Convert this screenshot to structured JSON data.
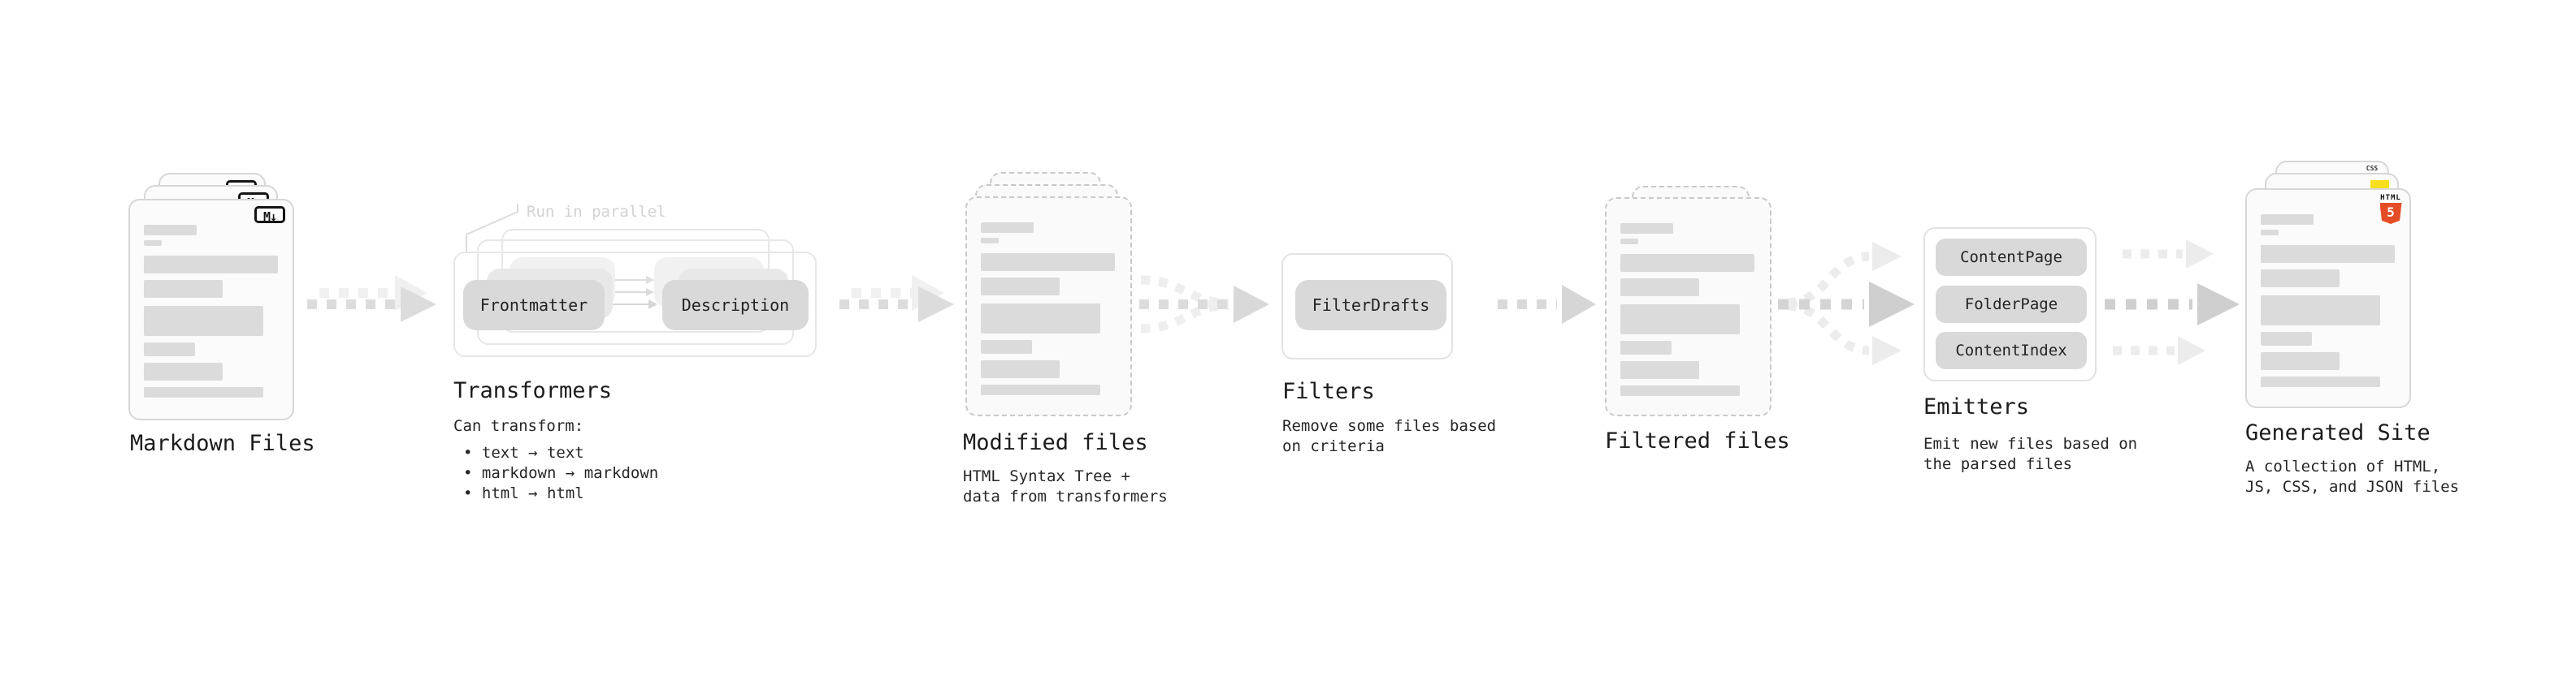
{
  "sections": {
    "markdown": {
      "label": "Markdown Files",
      "badge": "M↓"
    },
    "transformers": {
      "label": "Transformers",
      "note": "Run in parallel",
      "desc": "Can transform:",
      "bullets": [
        "• text → text",
        "• markdown → markdown",
        "• html → html"
      ],
      "boxes": [
        "Frontmatter",
        "Description"
      ]
    },
    "modified": {
      "label": "Modified files",
      "desc": [
        "HTML Syntax Tree +",
        "data from transformers"
      ]
    },
    "filters": {
      "label": "Filters",
      "box": "FilterDrafts",
      "desc": [
        "Remove some files based",
        "on criteria"
      ]
    },
    "filtered": {
      "label": "Filtered files"
    },
    "emitters": {
      "label": "Emitters",
      "boxes": [
        "ContentPage",
        "FolderPage",
        "ContentIndex"
      ],
      "desc": [
        "Emit new files based on",
        "the parsed files"
      ]
    },
    "generated": {
      "label": "Generated Site",
      "desc": [
        "A collection of HTML,",
        "JS, CSS, and JSON files"
      ],
      "badges": {
        "css": "CSS",
        "html_word": "HTML",
        "html_num": "5"
      }
    }
  },
  "colors": {
    "html5_orange": "#e44d26",
    "js_yellow": "#f7df1e",
    "css_blue": "#2760e6"
  }
}
